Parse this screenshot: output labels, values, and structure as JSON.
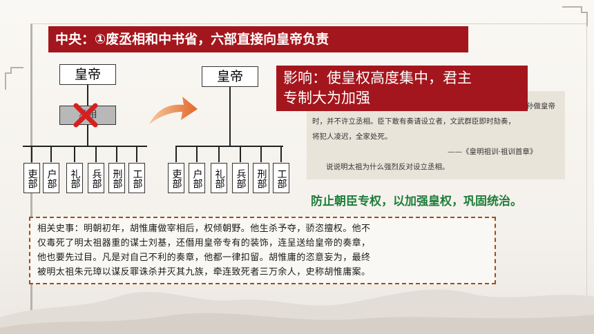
{
  "title": "中央：①废丞相和中书省，六部直接向皇帝负责",
  "impact": [
    "影响：使皇权高度集中，君主",
    "专制大为加强"
  ],
  "diagram": {
    "emperor": "皇帝",
    "minister": "丞相",
    "departments": [
      "吏部",
      "户部",
      "礼部",
      "兵部",
      "刑部",
      "工部"
    ]
  },
  "quote": {
    "lines": [
      "孙做皇帝",
      "时，并不许立丞相。臣下敢有奏请设立者，文武群臣即时劾奏，",
      "将犯人凌迟，全家处死。"
    ],
    "source": "——《皇明祖训·祖训首章》",
    "question": "说说明太祖为什么强烈反对设立丞相。"
  },
  "conclusion": "防止朝臣专权，以加强皇权，巩固统治。",
  "history": [
    "相关史事：明朝初年，胡惟庸做宰相后，权倾朝野。他生杀予夺，骄恣擅权。他不",
    "仅毒死了明太祖器重的谋士刘基，还僭用皇帝专有的装饰，连呈送给皇帝的奏章，",
    "他也要先过目。凡是对自己不利的奏章，他都一律扣留。胡惟庸的恣意妄为，最终",
    "被明太祖朱元璋以谋反罪诛杀并灭其九族，牵连致死者三万余人，史称胡惟庸案。"
  ],
  "colors": {
    "banner": "#a4161d",
    "conclusion": "#1e7d3a",
    "history_border": "#a34a16",
    "cross": "#d62020"
  }
}
